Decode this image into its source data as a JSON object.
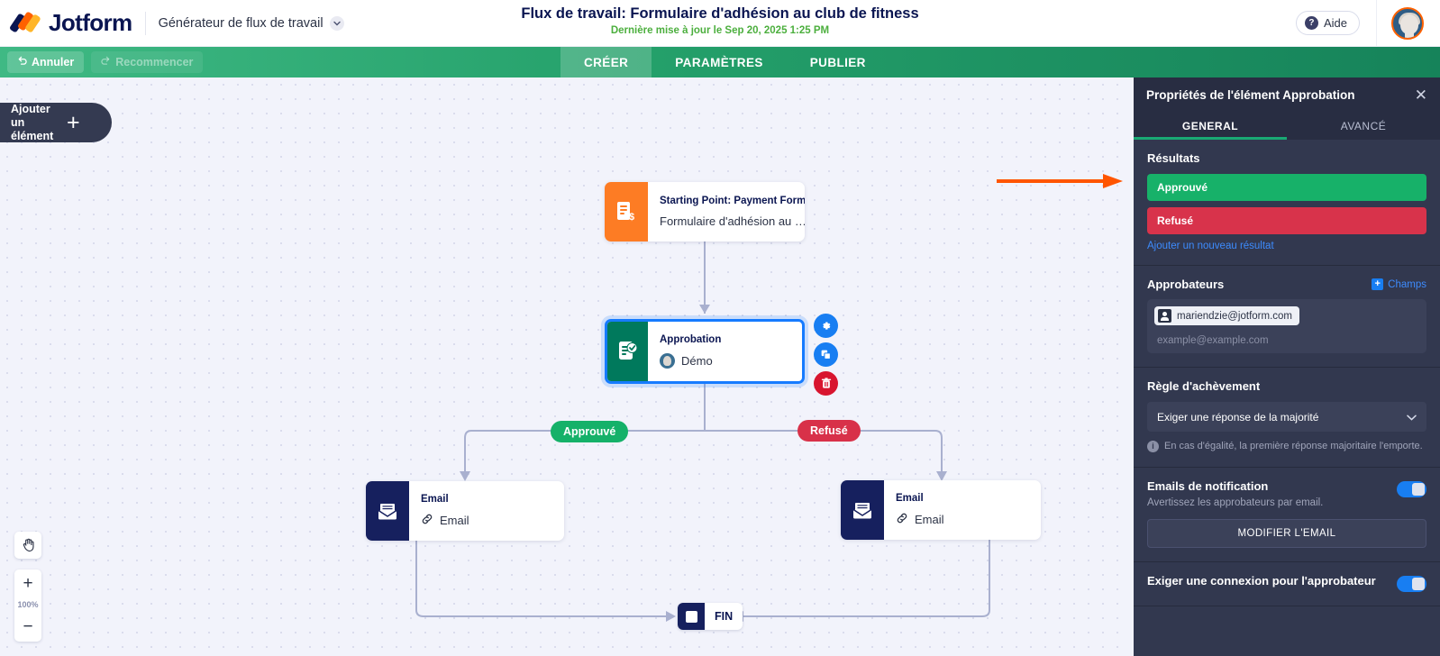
{
  "topbar": {
    "brand": "Jotform",
    "generator_label": "Générateur de flux de travail",
    "workflow_title": "Flux de travail: Formulaire d'adhésion au club de fitness",
    "last_updated": "Dernière mise à jour le Sep 20, 2025 1:25 PM",
    "help_label": "Aide",
    "help_icon": "question-mark-icon",
    "chevron_icon": "chevron-down-icon",
    "avatar_icon": "user-avatar"
  },
  "toolbar": {
    "undo_label": "Annuler",
    "redo_label": "Recommencer",
    "undo_icon": "undo-arrow-icon",
    "redo_icon": "redo-arrow-icon",
    "tabs": [
      {
        "label": "CRÉER",
        "active": true
      },
      {
        "label": "PARAMÈTRES",
        "active": false
      },
      {
        "label": "PUBLIER",
        "active": false
      }
    ]
  },
  "canvas": {
    "add_element_label": "Ajouter un élément",
    "add_element_icon": "plus-icon",
    "zoom_level": "100%",
    "hand_icon": "hand-tool-icon",
    "zoom_in_icon": "plus-icon",
    "zoom_out_icon": "minus-icon",
    "annotation_arrow_color": "#ff5500",
    "nodes": [
      {
        "id": "start",
        "title": "Starting Point: Payment Form",
        "subtitle": "Formulaire d'adhésion au …",
        "icon": "payment-form-icon",
        "icon_color": "#fd7c24"
      },
      {
        "id": "approval",
        "title": "Approbation",
        "subtitle": "Démo",
        "icon": "approval-check-icon",
        "icon_color": "#00795c",
        "selected": true
      },
      {
        "id": "email-left",
        "title": "Email",
        "subtitle": "Email",
        "icon": "envelope-icon",
        "sub_icon": "link-icon",
        "icon_color": "#16205e"
      },
      {
        "id": "email-right",
        "title": "Email",
        "subtitle": "Email",
        "icon": "envelope-icon",
        "sub_icon": "link-icon",
        "icon_color": "#16205e"
      }
    ],
    "branch_labels": [
      {
        "label": "Approuvé",
        "color": "#15b169"
      },
      {
        "label": "Refusé",
        "color": "#d83149"
      }
    ],
    "end_node": {
      "label": "FIN",
      "icon": "stop-square-icon"
    },
    "node_actions": [
      {
        "name": "settings",
        "icon": "gear-icon",
        "color": "#187ef2"
      },
      {
        "name": "duplicate",
        "icon": "copy-icon",
        "color": "#187ef2"
      },
      {
        "name": "delete",
        "icon": "trash-icon",
        "color": "#d8152f"
      }
    ]
  },
  "panel": {
    "title": "Propriétés de l'élément Approbation",
    "close_icon": "close-icon",
    "tabs": [
      {
        "label": "GENERAL",
        "active": true
      },
      {
        "label": "AVANCÉ",
        "active": false
      }
    ],
    "results": {
      "section_title": "Résultats",
      "items": [
        {
          "label": "Approuvé",
          "color": "#17b169"
        },
        {
          "label": "Refusé",
          "color": "#d8334b"
        }
      ],
      "add_link": "Ajouter un nouveau résultat"
    },
    "approvers": {
      "section_title": "Approbateurs",
      "fields_label": "Champs",
      "fields_icon": "plus-square-icon",
      "chips": [
        {
          "email": "mariendzie@jotform.com",
          "icon": "contact-card-icon"
        }
      ],
      "placeholder": "example@example.com"
    },
    "completion_rule": {
      "section_title": "Règle d'achèvement",
      "selected": "Exiger une réponse de la majorité",
      "chevron_icon": "chevron-down-icon",
      "hint": "En cas d'égalité, la première réponse majoritaire l'emporte.",
      "hint_icon": "info-icon"
    },
    "notification_emails": {
      "section_title": "Emails de notification",
      "description": "Avertissez les approbateurs par email.",
      "toggle_on": true,
      "button_label": "MODIFIER L'EMAIL"
    },
    "require_login": {
      "section_title": "Exiger une connexion pour l'approbateur",
      "toggle_on": true
    }
  }
}
